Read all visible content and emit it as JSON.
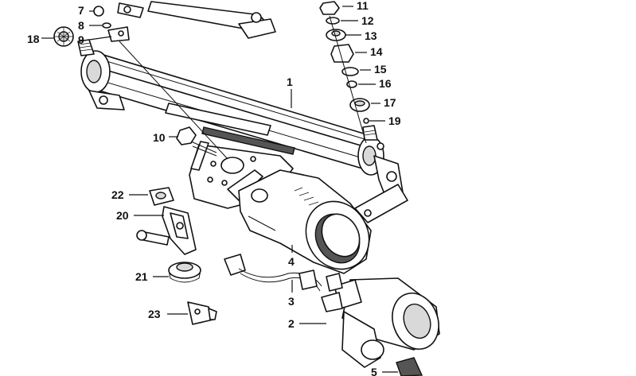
{
  "diagram": {
    "callouts": [
      {
        "id": "c1",
        "label": "1"
      },
      {
        "id": "c2",
        "label": "2"
      },
      {
        "id": "c3",
        "label": "3"
      },
      {
        "id": "c4",
        "label": "4"
      },
      {
        "id": "c5",
        "label": "5"
      },
      {
        "id": "c7",
        "label": "7"
      },
      {
        "id": "c8",
        "label": "8"
      },
      {
        "id": "c9",
        "label": "9"
      },
      {
        "id": "c10",
        "label": "10"
      },
      {
        "id": "c11",
        "label": "11"
      },
      {
        "id": "c12",
        "label": "12"
      },
      {
        "id": "c13",
        "label": "13"
      },
      {
        "id": "c14",
        "label": "14"
      },
      {
        "id": "c15",
        "label": "15"
      },
      {
        "id": "c16",
        "label": "16"
      },
      {
        "id": "c17",
        "label": "17"
      },
      {
        "id": "c18",
        "label": "18"
      },
      {
        "id": "c19",
        "label": "19"
      },
      {
        "id": "c20",
        "label": "20"
      },
      {
        "id": "c21",
        "label": "21"
      },
      {
        "id": "c22",
        "label": "22"
      },
      {
        "id": "c23",
        "label": "23"
      }
    ]
  }
}
